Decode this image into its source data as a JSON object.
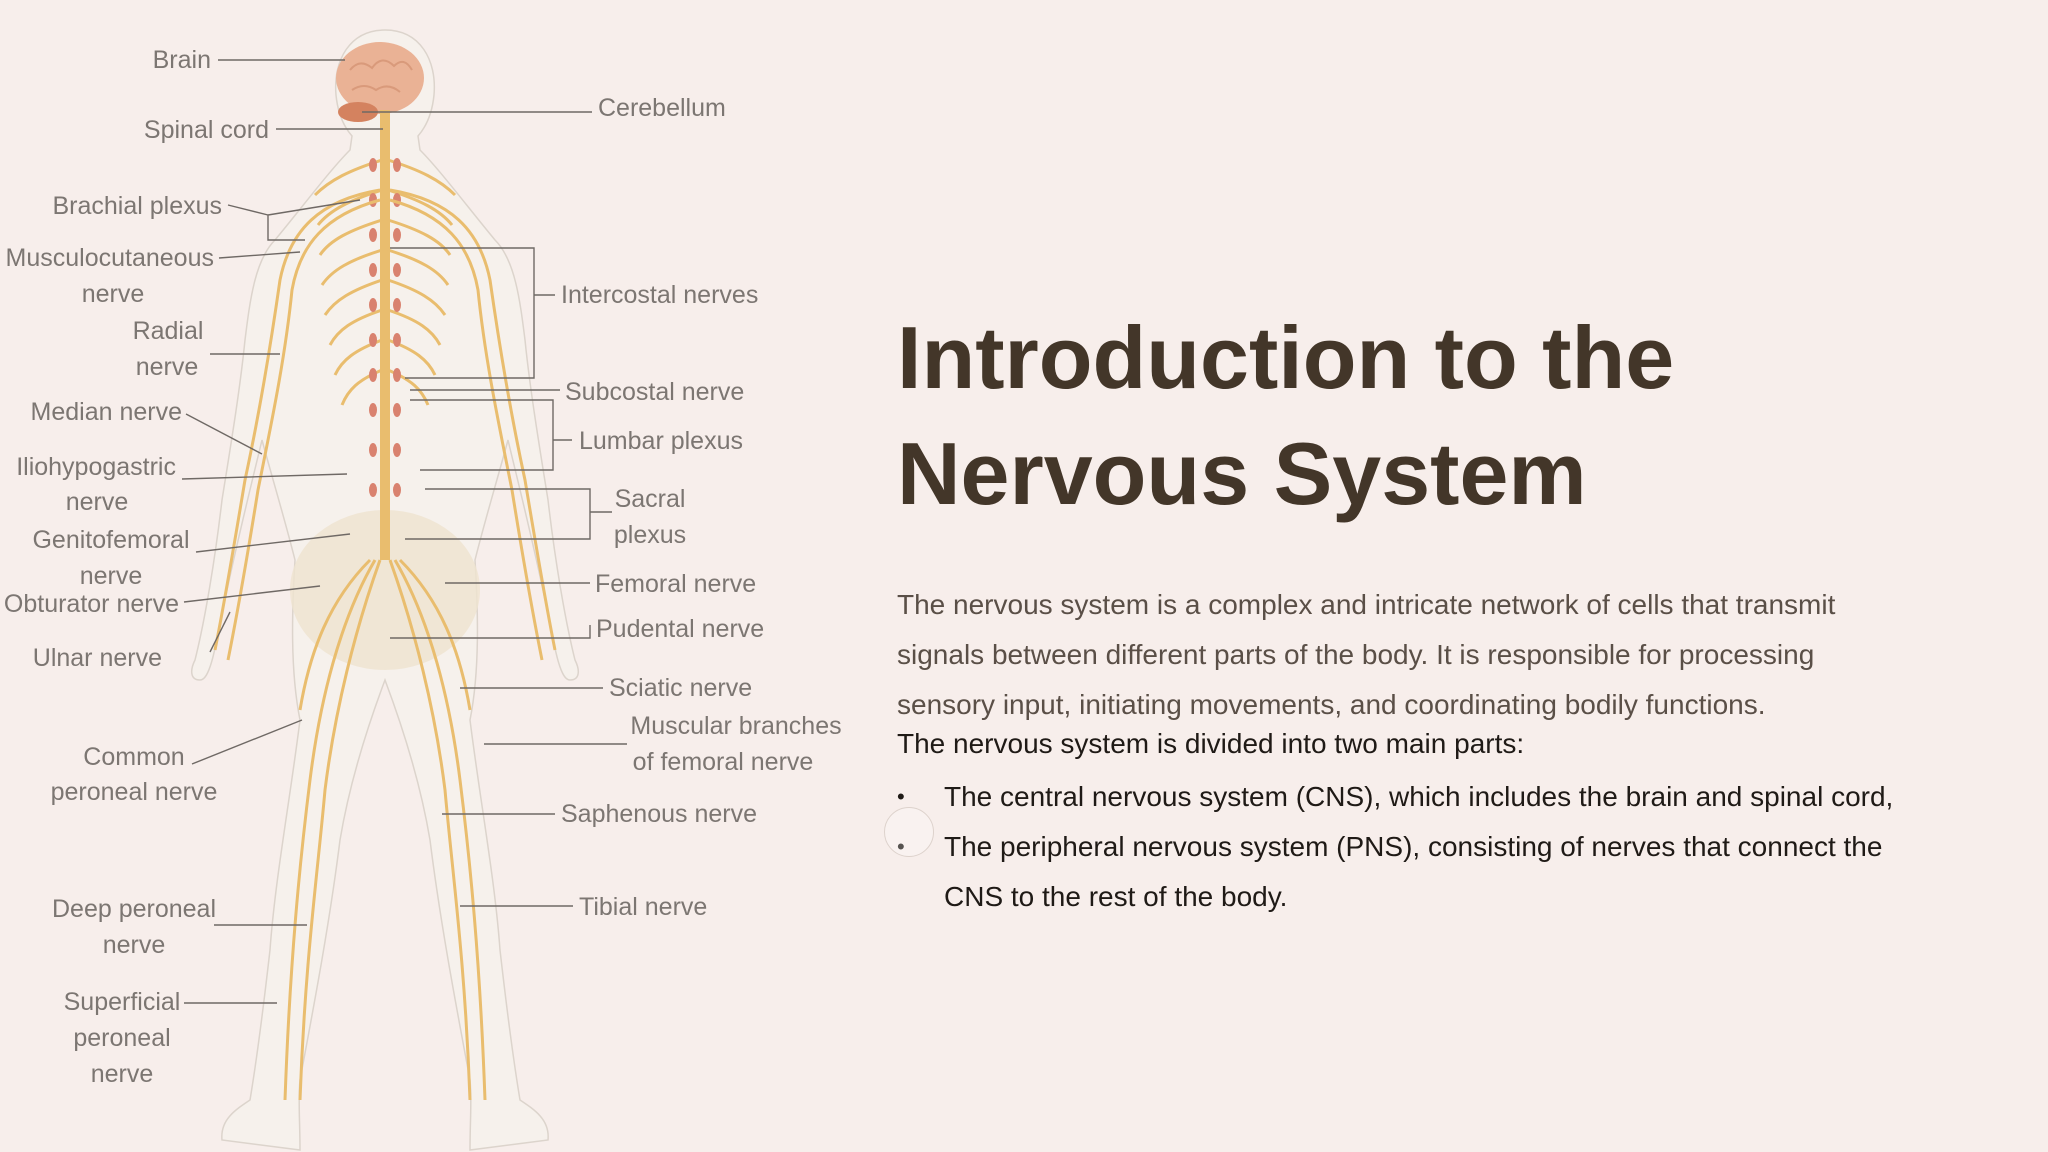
{
  "slide": {
    "title": "Introduction to the Nervous System",
    "intro": "The nervous system is a complex and intricate network of cells that transmit signals between different parts of the body. It is responsible for processing sensory input, initiating movements, and coordinating bodily functions.",
    "subhead": "The nervous system is divided into two main parts:",
    "parts": [
      {
        "bullet": "•",
        "text": "The central nervous system (CNS), which includes the brain and spinal cord,"
      },
      {
        "bullet": "•",
        "text": "The peripheral nervous system (PNS), consisting of nerves that connect the CNS to the rest of the body."
      }
    ]
  },
  "diagram": {
    "labels_left": {
      "brain": "Brain",
      "spinal_cord": "Spinal cord",
      "brachial_plexus": "Brachial plexus",
      "musculocutaneous": [
        "Musculocutaneous",
        "nerve"
      ],
      "radial": [
        "Radial",
        "nerve"
      ],
      "median": "Median nerve",
      "iliohypogastric": [
        "Iliohypogastric",
        "nerve"
      ],
      "genitofemoral": [
        "Genitofemoral",
        "nerve"
      ],
      "obturator": "Obturator nerve",
      "ulnar": "Ulnar nerve",
      "common_peroneal": [
        "Common",
        "peroneal nerve"
      ],
      "deep_peroneal": [
        "Deep peroneal",
        "nerve"
      ],
      "superficial_peroneal": [
        "Superficial",
        "peroneal",
        "nerve"
      ]
    },
    "labels_right": {
      "cerebellum": "Cerebellum",
      "intercostal": "Intercostal nerves",
      "subcostal": "Subcostal nerve",
      "lumbar_plexus": "Lumbar plexus",
      "sacral_plexus": [
        "Sacral",
        "plexus"
      ],
      "femoral": "Femoral nerve",
      "pudental": "Pudental nerve",
      "sciatic": "Sciatic nerve",
      "muscular_branches": [
        "Muscular branches",
        "of femoral nerve"
      ],
      "saphenous": "Saphenous nerve",
      "tibial": "Tibial nerve"
    },
    "colors": {
      "background": "#f7eeeb",
      "body": "#f6f1ec",
      "nerve": "#e9bd6e",
      "brain": "#eab295",
      "cerebellum": "#d4825f",
      "ganglia": "#d9826f",
      "label": "#7c7672",
      "title": "#433629"
    }
  }
}
